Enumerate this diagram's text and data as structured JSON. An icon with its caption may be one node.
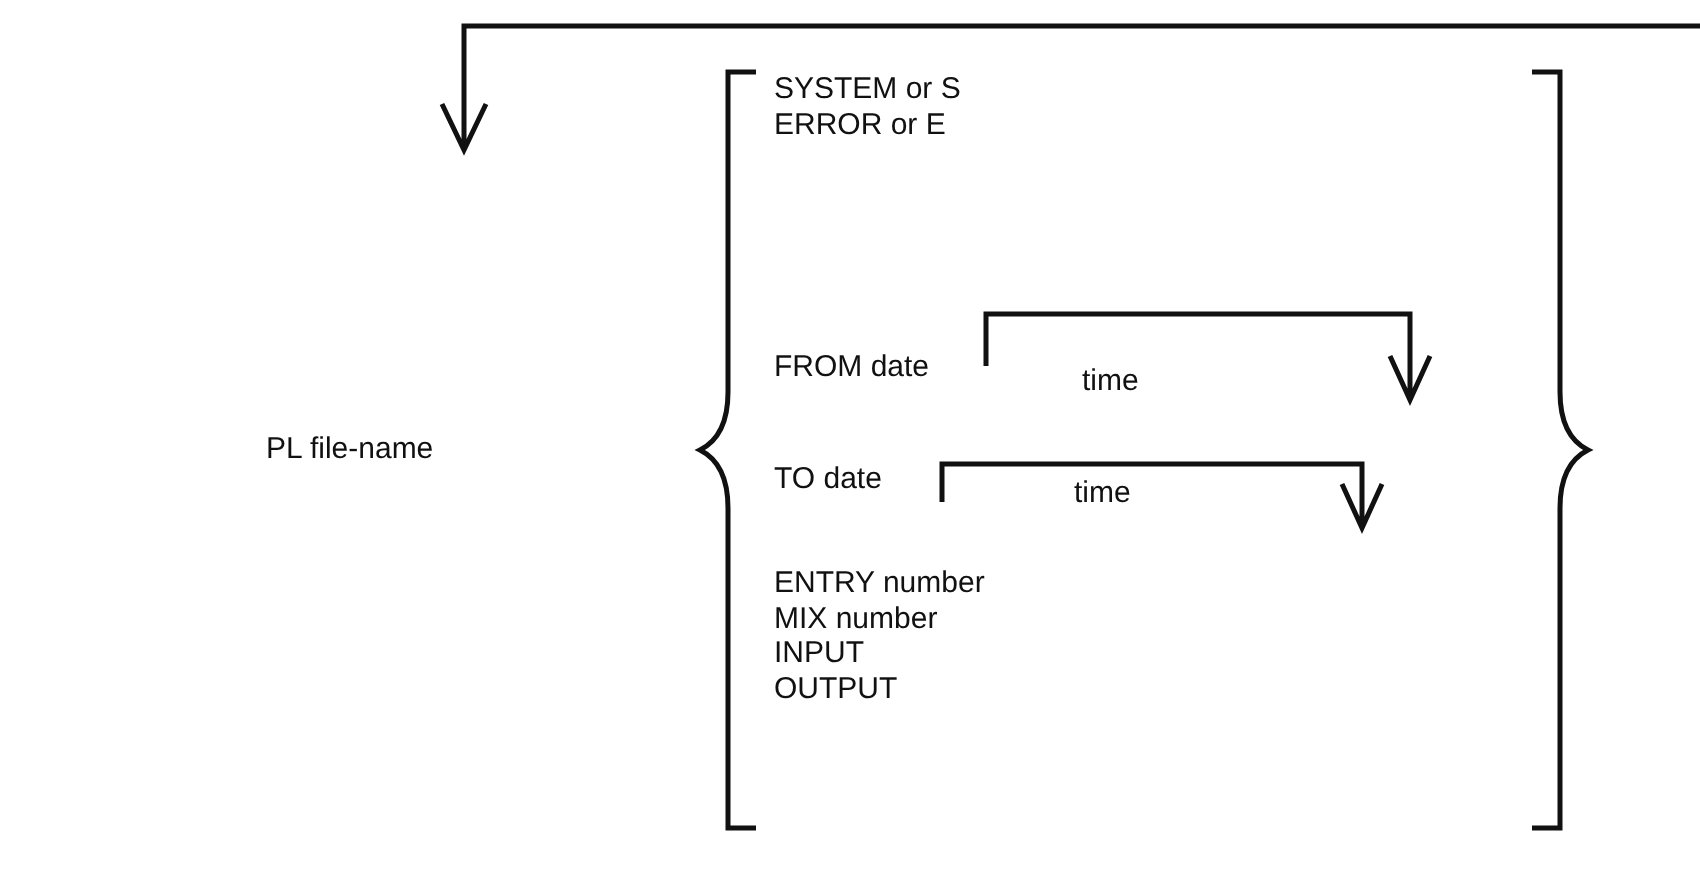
{
  "diagram": {
    "labels": [
      "PL file-name",
      "SYSTEM or S",
      "ERROR or E",
      "FROM date",
      "time",
      "TO date",
      "time",
      "ENTRY number",
      "MIX number",
      "INPUT",
      "OUTPUT"
    ]
  }
}
